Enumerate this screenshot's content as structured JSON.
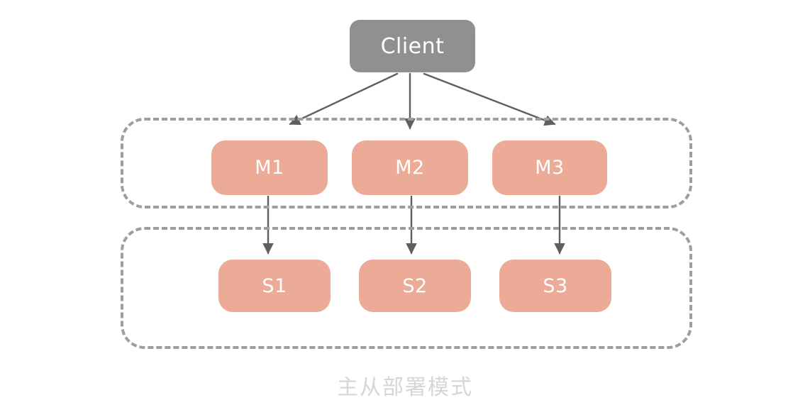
{
  "diagram": {
    "caption": "主从部署模式",
    "colors": {
      "client_fill": "#909090",
      "service_fill": "#ecab96",
      "group_border": "#9e9e9e",
      "arrow": "#5f5f5f",
      "node_text": "#ffffff",
      "caption_text": "#d6d6d6",
      "background": "#ffffff"
    },
    "client": {
      "label": "Client"
    },
    "groups": [
      {
        "name": "master-group",
        "label": ""
      },
      {
        "name": "slave-group",
        "label": ""
      }
    ],
    "masters": [
      {
        "label": "M1"
      },
      {
        "label": "M2"
      },
      {
        "label": "M3"
      }
    ],
    "slaves": [
      {
        "label": "S1"
      },
      {
        "label": "S2"
      },
      {
        "label": "S3"
      }
    ],
    "edges": [
      {
        "from": "Client",
        "to": "M1"
      },
      {
        "from": "Client",
        "to": "M2"
      },
      {
        "from": "Client",
        "to": "M3"
      },
      {
        "from": "M1",
        "to": "S1"
      },
      {
        "from": "M2",
        "to": "S2"
      },
      {
        "from": "M3",
        "to": "S3"
      }
    ]
  }
}
